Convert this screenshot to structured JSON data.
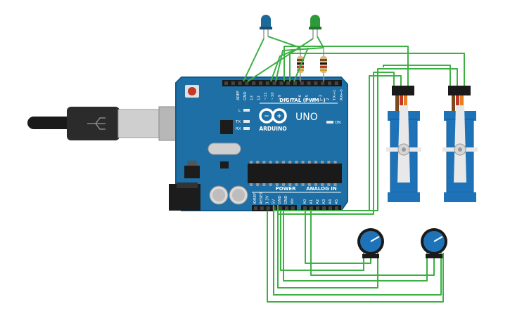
{
  "board": {
    "brand": "ARDUINO",
    "model": "UNO",
    "digital_header": "DIGITAL (PWM~)",
    "power_header": "POWER",
    "analog_header": "ANALOG IN",
    "on_label": "ON",
    "l_label": "L",
    "tx_label": "TX",
    "rx_label": "RX",
    "digital_pins": [
      "AREF",
      "GND",
      "13",
      "12",
      "~11",
      "~10",
      "~9",
      "8",
      "7",
      "~6",
      "~5",
      "4",
      "~3",
      "2",
      "TX→1",
      "RX←0"
    ],
    "power_pins": [
      "IOREF",
      "RESET",
      "3.3V",
      "5V",
      "GND",
      "GND",
      "Vin"
    ],
    "analog_pins": [
      "A0",
      "A1",
      "A2",
      "A3",
      "A4",
      "A5"
    ]
  },
  "components": {
    "led_1": "blue LED",
    "led_2": "green LED",
    "servos": 2,
    "potentiometers": 2,
    "resistors": 2
  },
  "colors": {
    "board": "#1d6fa5",
    "board_edge": "#135a8a",
    "wire": "#3cb043",
    "servo": "#1e73b8",
    "led_blue": "#1c6a9a",
    "led_green": "#2e9b3a"
  }
}
